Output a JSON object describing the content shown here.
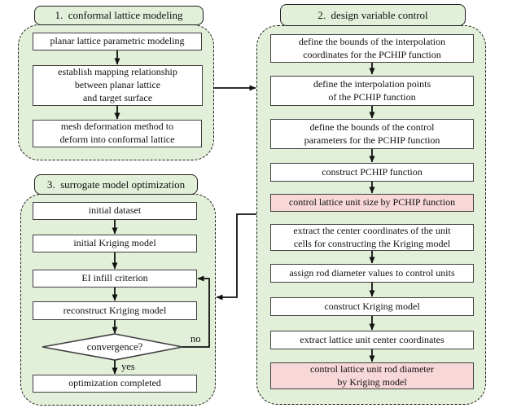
{
  "figure": {
    "background": "#ffffff",
    "colors": {
      "section_fill": "#e2efd9",
      "highlight_fill": "#f8d7d9",
      "box_fill": "#ffffff",
      "box_border": "#3f3f3f",
      "container_border": "#1f1f1f",
      "arrow": "#111111"
    }
  },
  "section1": {
    "title": "1.  conformal lattice modeling",
    "steps": [
      "planar lattice parametric modeling",
      "establish mapping relationship\nbetween planar lattice\nand target surface",
      "mesh deformation method to\ndeform into conformal lattice"
    ]
  },
  "section2": {
    "title": "2.  design variable control",
    "steps": [
      {
        "label": "define the bounds of the interpolation\ncoordinates for the PCHIP function",
        "highlight": false
      },
      {
        "label": "define the interpolation points\nof the PCHIP function",
        "highlight": false
      },
      {
        "label": "define the bounds of the control\nparameters for the PCHIP function",
        "highlight": false
      },
      {
        "label": "construct PCHIP function",
        "highlight": false
      },
      {
        "label": "control lattice unit size by PCHIP function",
        "highlight": true
      },
      {
        "label": "extract the center coordinates of the unit\ncells for constructing the Kriging model",
        "highlight": false
      },
      {
        "label": "assign rod diameter values to control units",
        "highlight": false
      },
      {
        "label": "construct Kriging model",
        "highlight": false
      },
      {
        "label": "extract lattice unit center coordinates",
        "highlight": false
      },
      {
        "label": "control lattice unit rod diameter\nby Kriging model",
        "highlight": true
      }
    ]
  },
  "section3": {
    "title": "3.  surrogate model optimization",
    "steps": [
      "initial dataset",
      "initial Kriging model",
      "EI infill criterion",
      "reconstruct Kriging model",
      "optimization completed"
    ],
    "decision": {
      "label": "convergence?",
      "no_label": "no",
      "yes_label": "yes"
    }
  }
}
